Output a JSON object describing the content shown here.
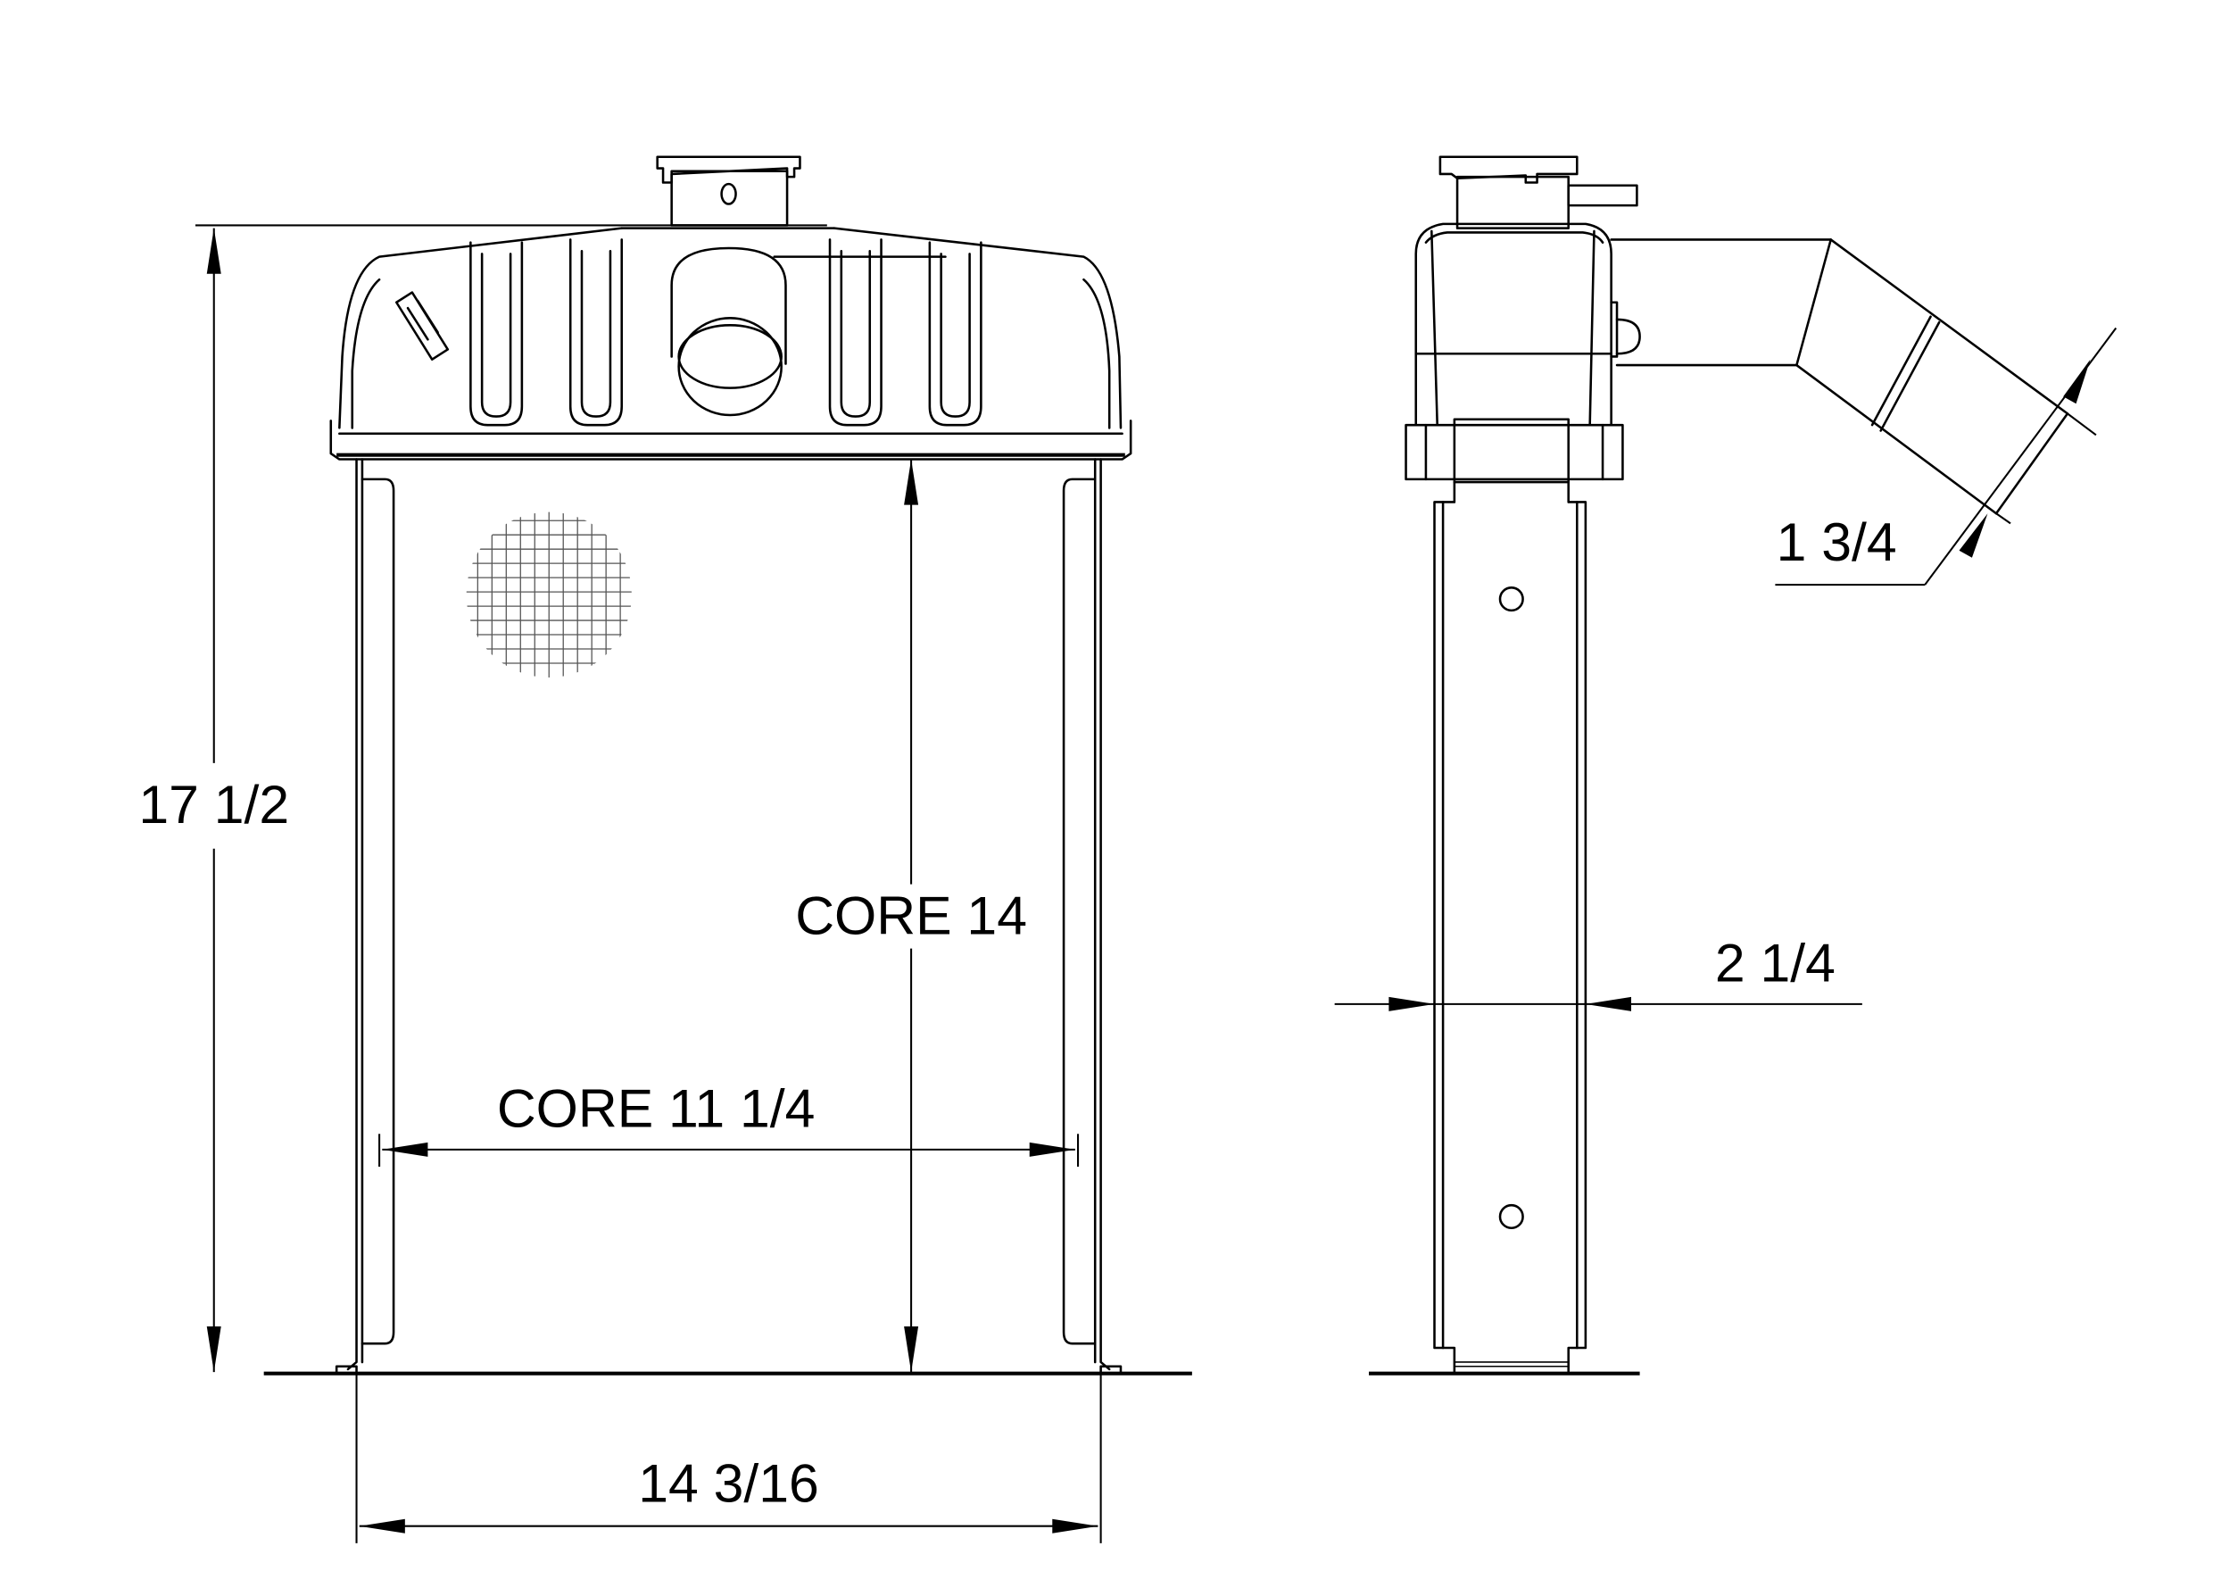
{
  "drawing": {
    "type": "radiator technical drawing",
    "views": [
      "front view",
      "side view"
    ],
    "dimensions": {
      "overall_height": "17 1/2",
      "core_height": "CORE 14",
      "core_width": "CORE 11 1/4",
      "overall_width": "14 3/16",
      "core_depth": "2 1/4",
      "outlet_diameter": "1 3/4"
    },
    "line_color": "#000000",
    "background_color": "#ffffff"
  }
}
